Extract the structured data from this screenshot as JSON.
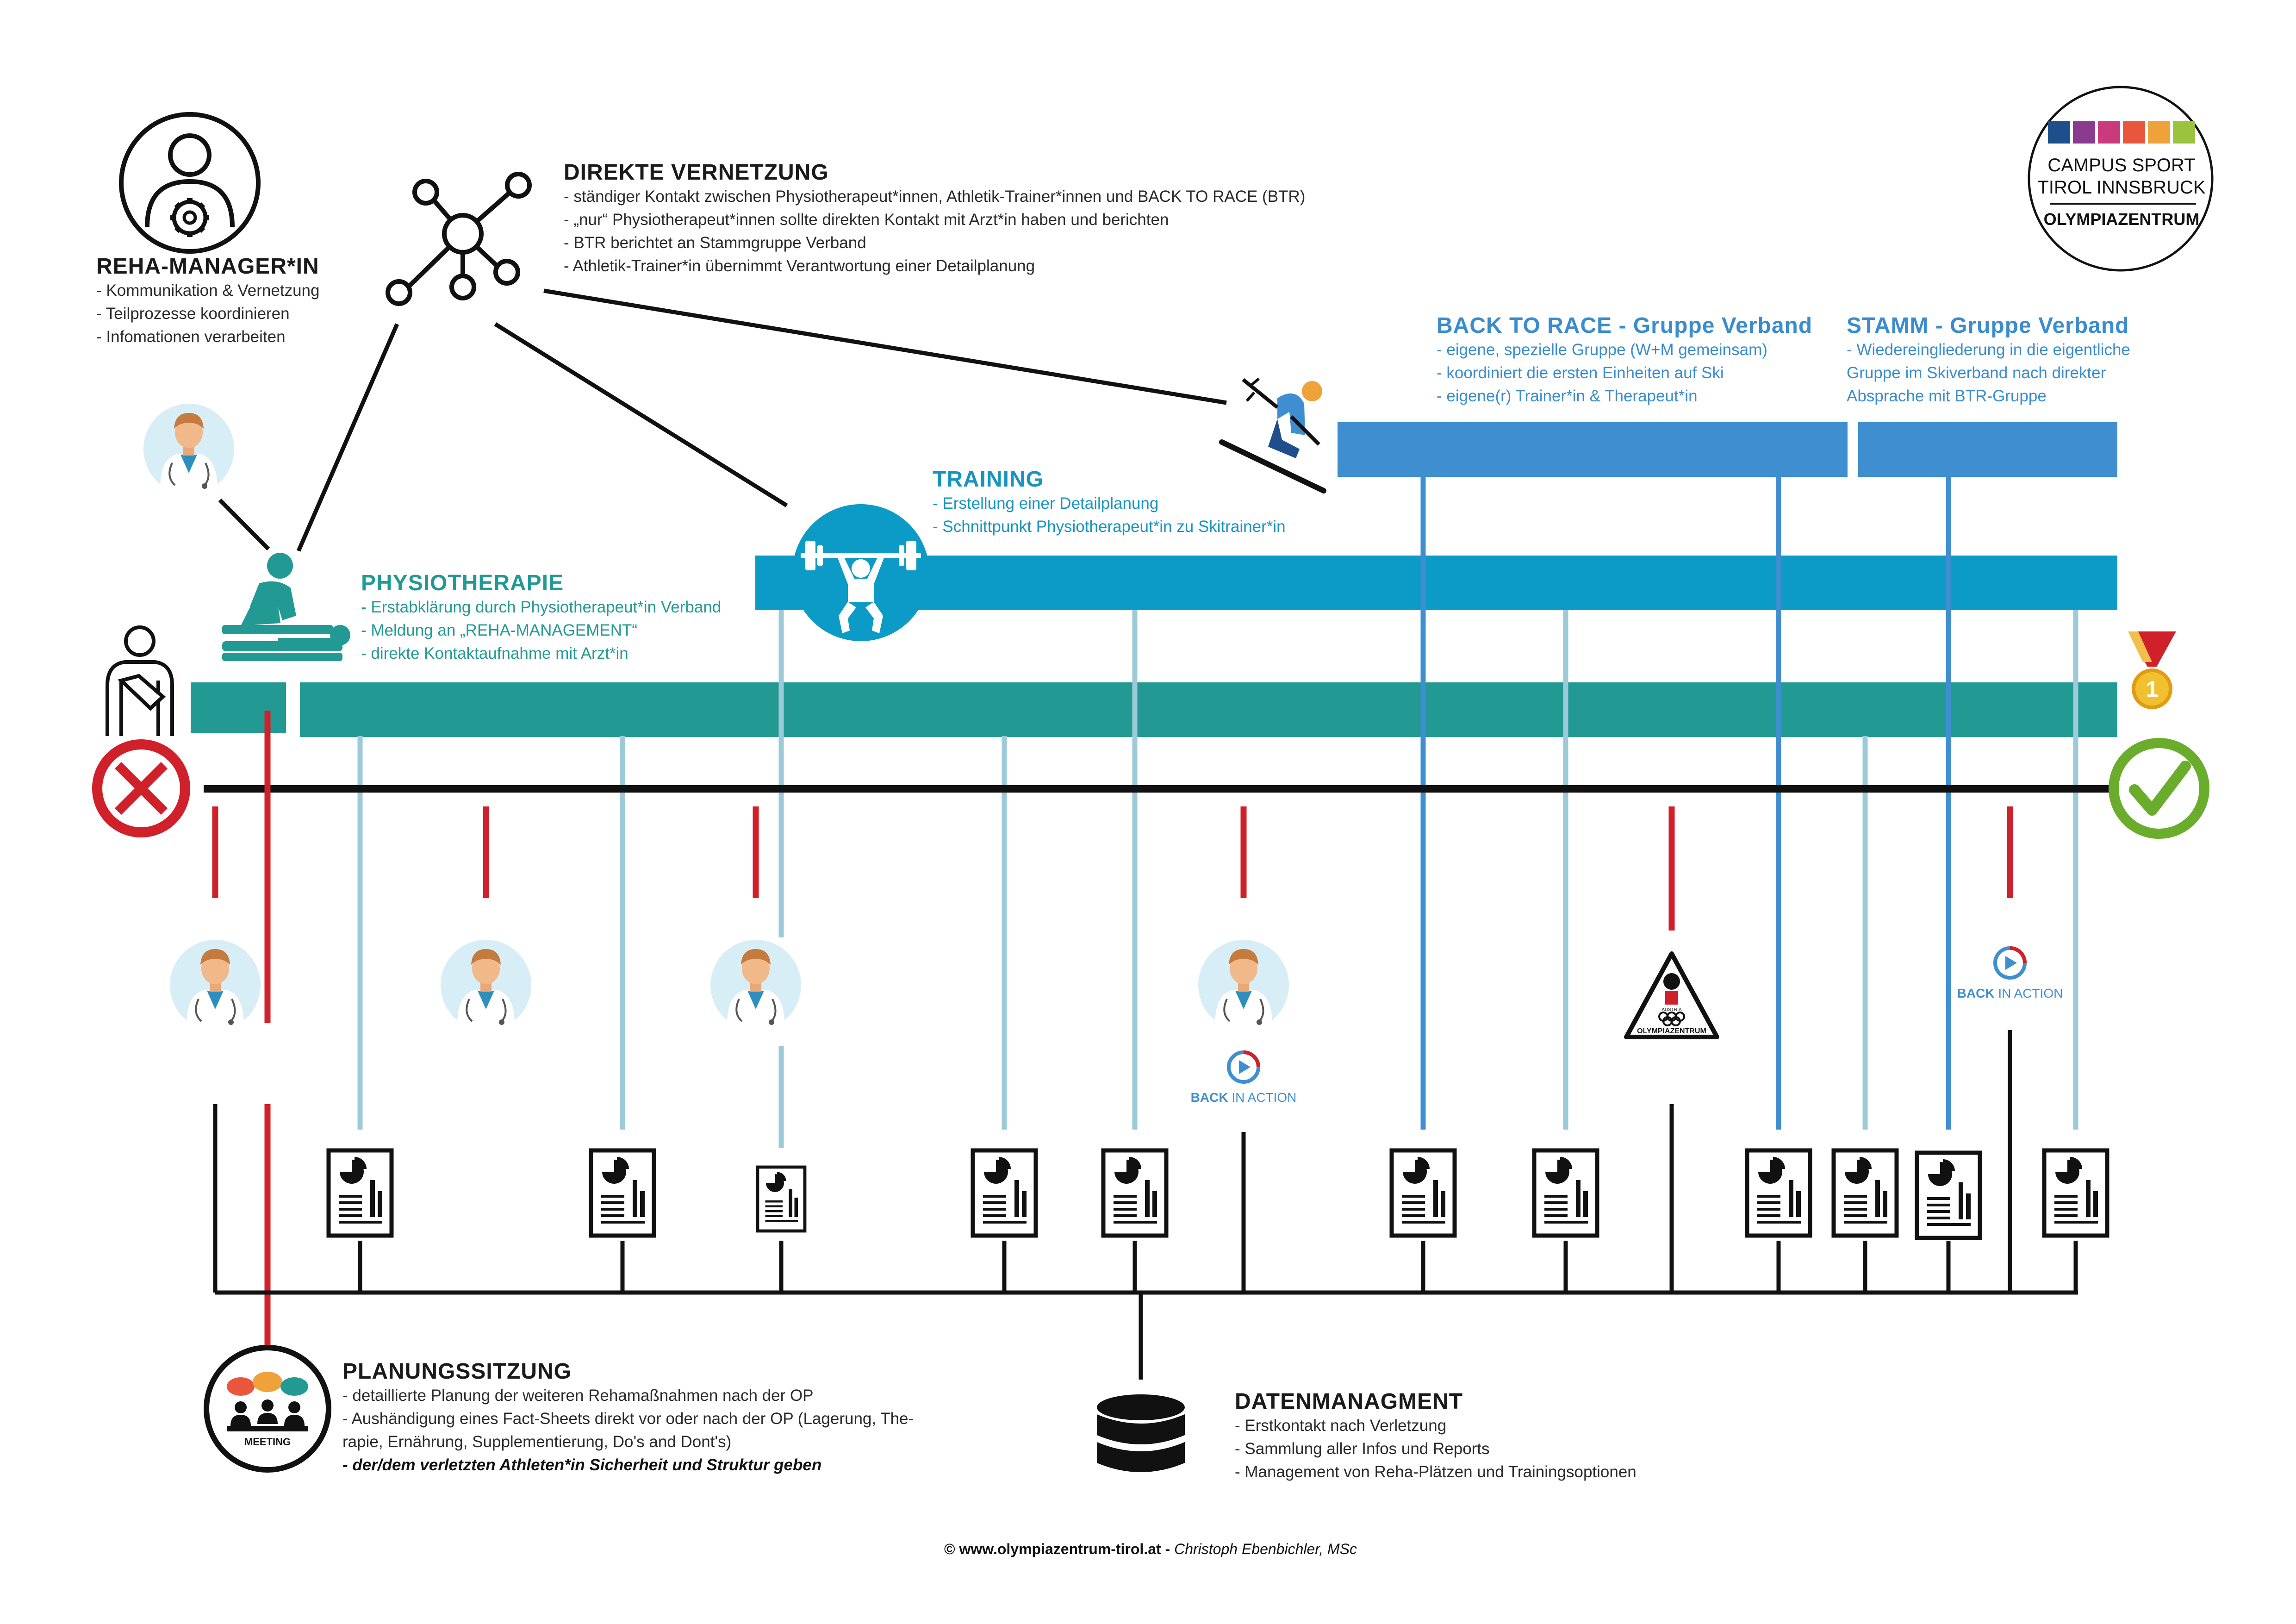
{
  "colors": {
    "teal": "#229a93",
    "training_blue": "#0b9bc6",
    "race_blue": "#3f8fd0",
    "red": "#d0202a",
    "green": "#6aad2c",
    "light_line": "#9dcad8",
    "black": "#111111"
  },
  "reha_manager": {
    "title": "REHA-MANAGER*IN",
    "lines": [
      "- Kommunikation & Vernetzung",
      "- Teilprozesse koordinieren",
      "- Infomationen verarbeiten"
    ]
  },
  "direkte_vernetzung": {
    "title": "DIREKTE VERNETZUNG",
    "lines": [
      "- ständiger Kontakt zwischen Physiotherapeut*innen, Athletik-Trainer*innen und BACK TO RACE (BTR)",
      "- „nur“ Physiotherapeut*innen sollte direkten Kontakt mit Arzt*in haben und berichten",
      "- BTR berichtet an Stammgruppe Verband",
      "- Athletik-Trainer*in übernimmt Verantwortung einer Detailplanung"
    ]
  },
  "logo": {
    "line1": "CAMPUS SPORT",
    "line2": "TIROL INNSBRUCK",
    "line3": "OLYMPIAZENTRUM",
    "squares": [
      "#1f4e8c",
      "#8a3a8f",
      "#c93b7c",
      "#e9563e",
      "#f0a23a",
      "#9cc33d"
    ]
  },
  "back_to_race": {
    "title": "BACK TO RACE - Gruppe Verband",
    "lines": [
      "- eigene, spezielle Gruppe (W+M gemeinsam)",
      "- koordiniert die ersten Einheiten auf Ski",
      "- eigene(r) Trainer*in & Therapeut*in"
    ]
  },
  "stamm": {
    "title": "STAMM - Gruppe Verband",
    "lines": [
      "- Wiedereingliederung in die eigentliche",
      "Gruppe im Skiverband nach direkter",
      "Absprache mit BTR-Gruppe"
    ]
  },
  "training": {
    "title": "TRAINING",
    "lines": [
      "- Erstellung einer Detailplanung",
      "- Schnittpunkt Physiotherapeut*in zu Skitrainer*in"
    ]
  },
  "physiotherapie": {
    "title": "PHYSIOTHERAPIE",
    "lines": [
      "- Erstabklärung durch Physiotherapeut*in Verband",
      "- Meldung an „REHA-MANAGEMENT“",
      "- direkte Kontaktaufnahme mit Arzt*in"
    ]
  },
  "planungssitzung": {
    "title": "PLANUNGSSITZUNG",
    "lines": [
      "- detaillierte Planung der weiteren Rehamaßnahmen nach der OP",
      "- Aushändigung eines Fact-Sheets direkt vor oder nach der OP (Lagerung, The-",
      "rapie, Ernährung, Supplementierung, Do's and Dont's)"
    ],
    "emphasis": "- der/dem verletzten Athleten*in Sicherheit und Struktur geben",
    "meeting_label": "MEETING"
  },
  "datenmanagment": {
    "title": "DATENMANAGMENT",
    "lines": [
      "- Erstkontakt nach Verletzung",
      "- Sammlung aller Infos und Reports",
      "- Management von Reha-Plätzen und Trainingsoptionen"
    ]
  },
  "back_in_action": {
    "word1": "BACK",
    "word2": " IN ACTION"
  },
  "oz_badge": {
    "label": "OLYMPIAZENTRUM",
    "mini": "AUSTRIA"
  },
  "medal_number": "1",
  "footer": {
    "bold": "© www.olympiazentrum-tirol.at - ",
    "italic": "Christoph Ebenbichler, MSc"
  },
  "icons": [
    "user-gear-icon",
    "network-icon",
    "doctor-icon",
    "physio-massage-icon",
    "injured-athlete-icon",
    "weightlifter-icon",
    "skier-icon",
    "cross-icon",
    "check-icon",
    "medal-icon",
    "report-icon",
    "database-icon",
    "meeting-icon",
    "back-in-action-icon",
    "olympiazentrum-badge-icon"
  ]
}
